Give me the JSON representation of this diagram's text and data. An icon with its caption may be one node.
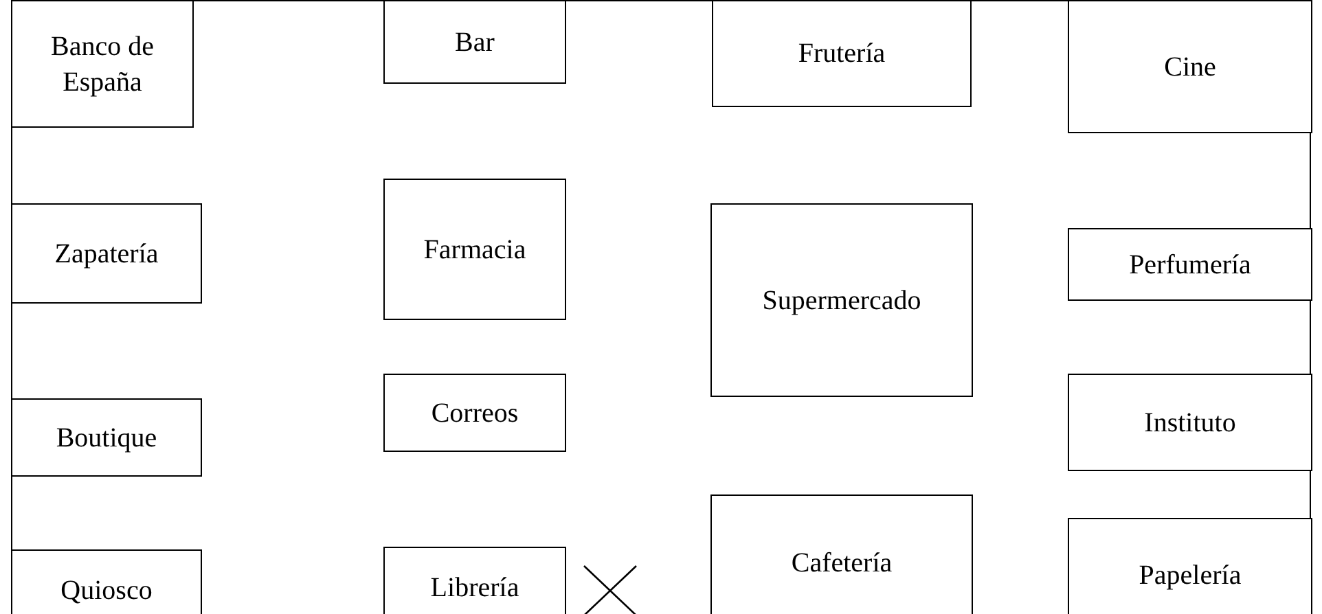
{
  "diagram": {
    "nodes": [
      {
        "text": [
          "Banco de España"
        ]
      },
      {
        "text": [
          "Bar"
        ]
      },
      {
        "text": [
          "Frutería"
        ]
      },
      {
        "text": [
          "Cine"
        ]
      },
      {
        "text": [
          "Zapatería"
        ]
      },
      {
        "text": [
          "Farmacia"
        ]
      },
      {
        "text": [
          "Supermercado"
        ]
      },
      {
        "text": [
          "Perfumería"
        ]
      },
      {
        "text": [
          "Boutique"
        ]
      },
      {
        "text": [
          "Correos"
        ]
      },
      {
        "text": [
          "Instituto"
        ]
      },
      {
        "text": [
          "Quiosco"
        ]
      },
      {
        "text": [
          "Librería"
        ]
      },
      {
        "text": [
          "Cafetería"
        ]
      },
      {
        "text": [
          "Papelería"
        ]
      }
    ],
    "edges": []
  }
}
